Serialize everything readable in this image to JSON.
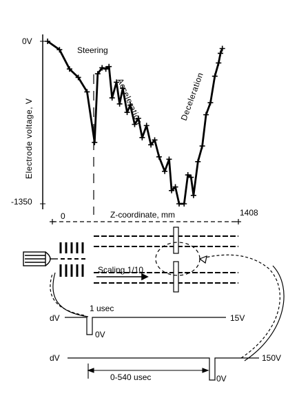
{
  "chart_data": {
    "type": "line",
    "ylabel": "Electrode voltage, V",
    "xlabel": "Z-coordinate, mm",
    "xlim": [
      0,
      1408
    ],
    "ylim": [
      -1350,
      0
    ],
    "x_ticks": [
      "0",
      "1408"
    ],
    "y_ticks": [
      "0V",
      "-1350"
    ],
    "annotations": [
      "Steering",
      "Acceleration",
      "Deceleration"
    ],
    "series": [
      {
        "x": [
          -115,
          -20,
          60,
          130,
          200,
          260,
          285,
          320,
          350,
          375,
          400,
          435,
          460,
          485,
          520,
          545,
          580,
          610,
          640,
          675,
          710,
          740,
          775,
          820,
          855,
          875,
          905,
          935,
          975,
          1005,
          1030,
          1050,
          1085,
          1120,
          1150,
          1185,
          1220,
          1250,
          1265,
          1280
        ],
        "y": [
          0,
          -70,
          -230,
          -300,
          -420,
          -840,
          -270,
          -220,
          -230,
          -210,
          -470,
          -340,
          -520,
          -390,
          -590,
          -530,
          -690,
          -640,
          -800,
          -700,
          -860,
          -820,
          -960,
          -1080,
          -980,
          -1240,
          -1210,
          -1350,
          -1350,
          -1110,
          -1130,
          -1280,
          -1000,
          -870,
          -610,
          -510,
          -290,
          -180,
          -100,
          -60
        ]
      }
    ]
  },
  "schematic": {
    "scaling_label": "Scaling 1/10",
    "pulse1": {
      "dv": "dV",
      "width": "1 usec",
      "low": "0V",
      "high": "15V"
    },
    "pulse2": {
      "dv": "dV",
      "delay": "0-540 usec",
      "low": "0V",
      "high": "150V"
    }
  }
}
